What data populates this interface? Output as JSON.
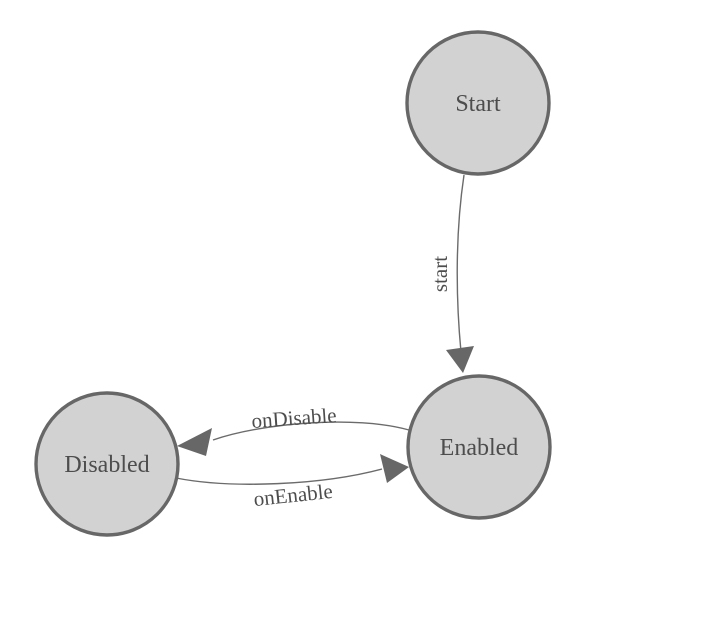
{
  "diagram": {
    "type": "state-machine-diagram",
    "background_color": "#ffffff",
    "node_fill_color": "#d2d2d2",
    "node_border_color": "#676767",
    "edge_color": "#6b6b6b",
    "label_color": "#4d4d4d",
    "nodes": [
      {
        "id": "start-node",
        "label": "Start"
      },
      {
        "id": "enabled-node",
        "label": "Enabled"
      },
      {
        "id": "disabled-node",
        "label": "Disabled"
      }
    ],
    "edges": [
      {
        "from": "Start",
        "to": "Enabled",
        "label": "start"
      },
      {
        "from": "Enabled",
        "to": "Disabled",
        "label": "onDisable"
      },
      {
        "from": "Disabled",
        "to": "Enabled",
        "label": "onEnable"
      }
    ]
  }
}
